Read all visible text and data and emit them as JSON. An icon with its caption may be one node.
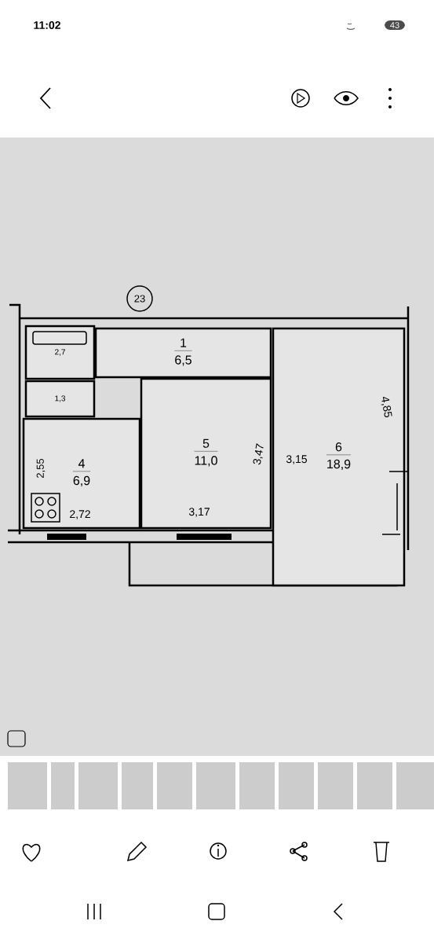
{
  "diagram": {
    "nodes": [
      {
        "text": [
          "23"
        ]
      },
      {
        "text": [
          "1",
          "6,5"
        ]
      },
      {
        "text": [
          "2,7"
        ]
      },
      {
        "text": [
          "1,3"
        ]
      },
      {
        "text": [
          "4",
          "6,9"
        ]
      },
      {
        "text": [
          "5",
          "11,0"
        ]
      },
      {
        "text": [
          "6",
          "18,9"
        ]
      }
    ],
    "labels": [
      "11:02",
      "43",
      "2,55",
      "2,72",
      "3,17",
      "3,47",
      "3,15",
      "4,85"
    ]
  }
}
